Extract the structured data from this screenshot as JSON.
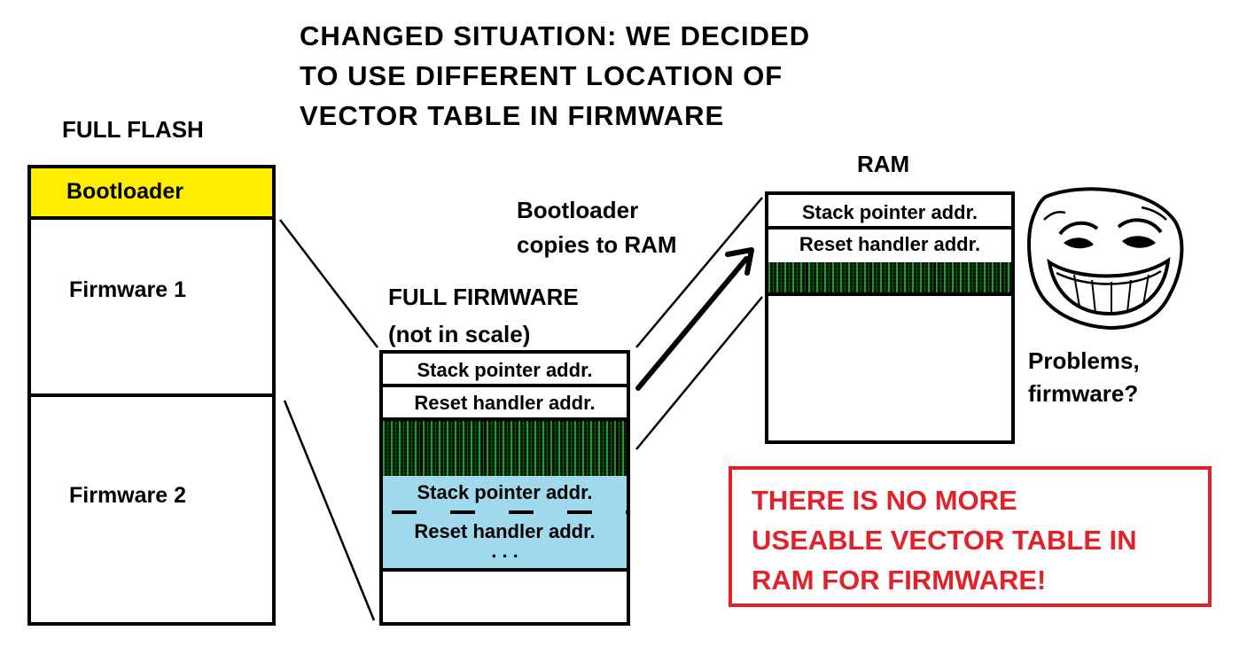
{
  "title": {
    "line1": "CHANGED SITUATION: WE DECIDED",
    "line2": "TO USE DIFFERENT LOCATION OF",
    "line3": "VECTOR TABLE IN FIRMWARE"
  },
  "full_flash": {
    "heading": "FULL FLASH",
    "bootloader": "Bootloader",
    "firmware1": "Firmware 1",
    "firmware2": "Firmware 2"
  },
  "full_firmware": {
    "heading_line1": "FULL FIRMWARE",
    "heading_line2": "(not in scale)",
    "stack_pointer": "Stack pointer addr.",
    "reset_handler": "Reset handler addr.",
    "stack_pointer_2": "Stack pointer addr.",
    "reset_handler_2": "Reset handler addr.",
    "ellipsis": ". . ."
  },
  "copy_note": {
    "line1": "Bootloader",
    "line2": "copies to RAM"
  },
  "ram": {
    "heading": "RAM",
    "stack_pointer": "Stack pointer addr.",
    "reset_handler": "Reset handler addr."
  },
  "question": {
    "line1": "Problems,",
    "line2": "firmware?"
  },
  "warning": {
    "line1": "THERE IS NO MORE",
    "line2": "USEABLE VECTOR TABLE IN",
    "line3": "RAM FOR FIRMWARE!"
  },
  "colors": {
    "bootloader": "#ffee00",
    "relocated_vector_table": "#a0d9ec",
    "warning": "#e0232b"
  },
  "icons": {
    "trollface": "trollface-icon"
  }
}
